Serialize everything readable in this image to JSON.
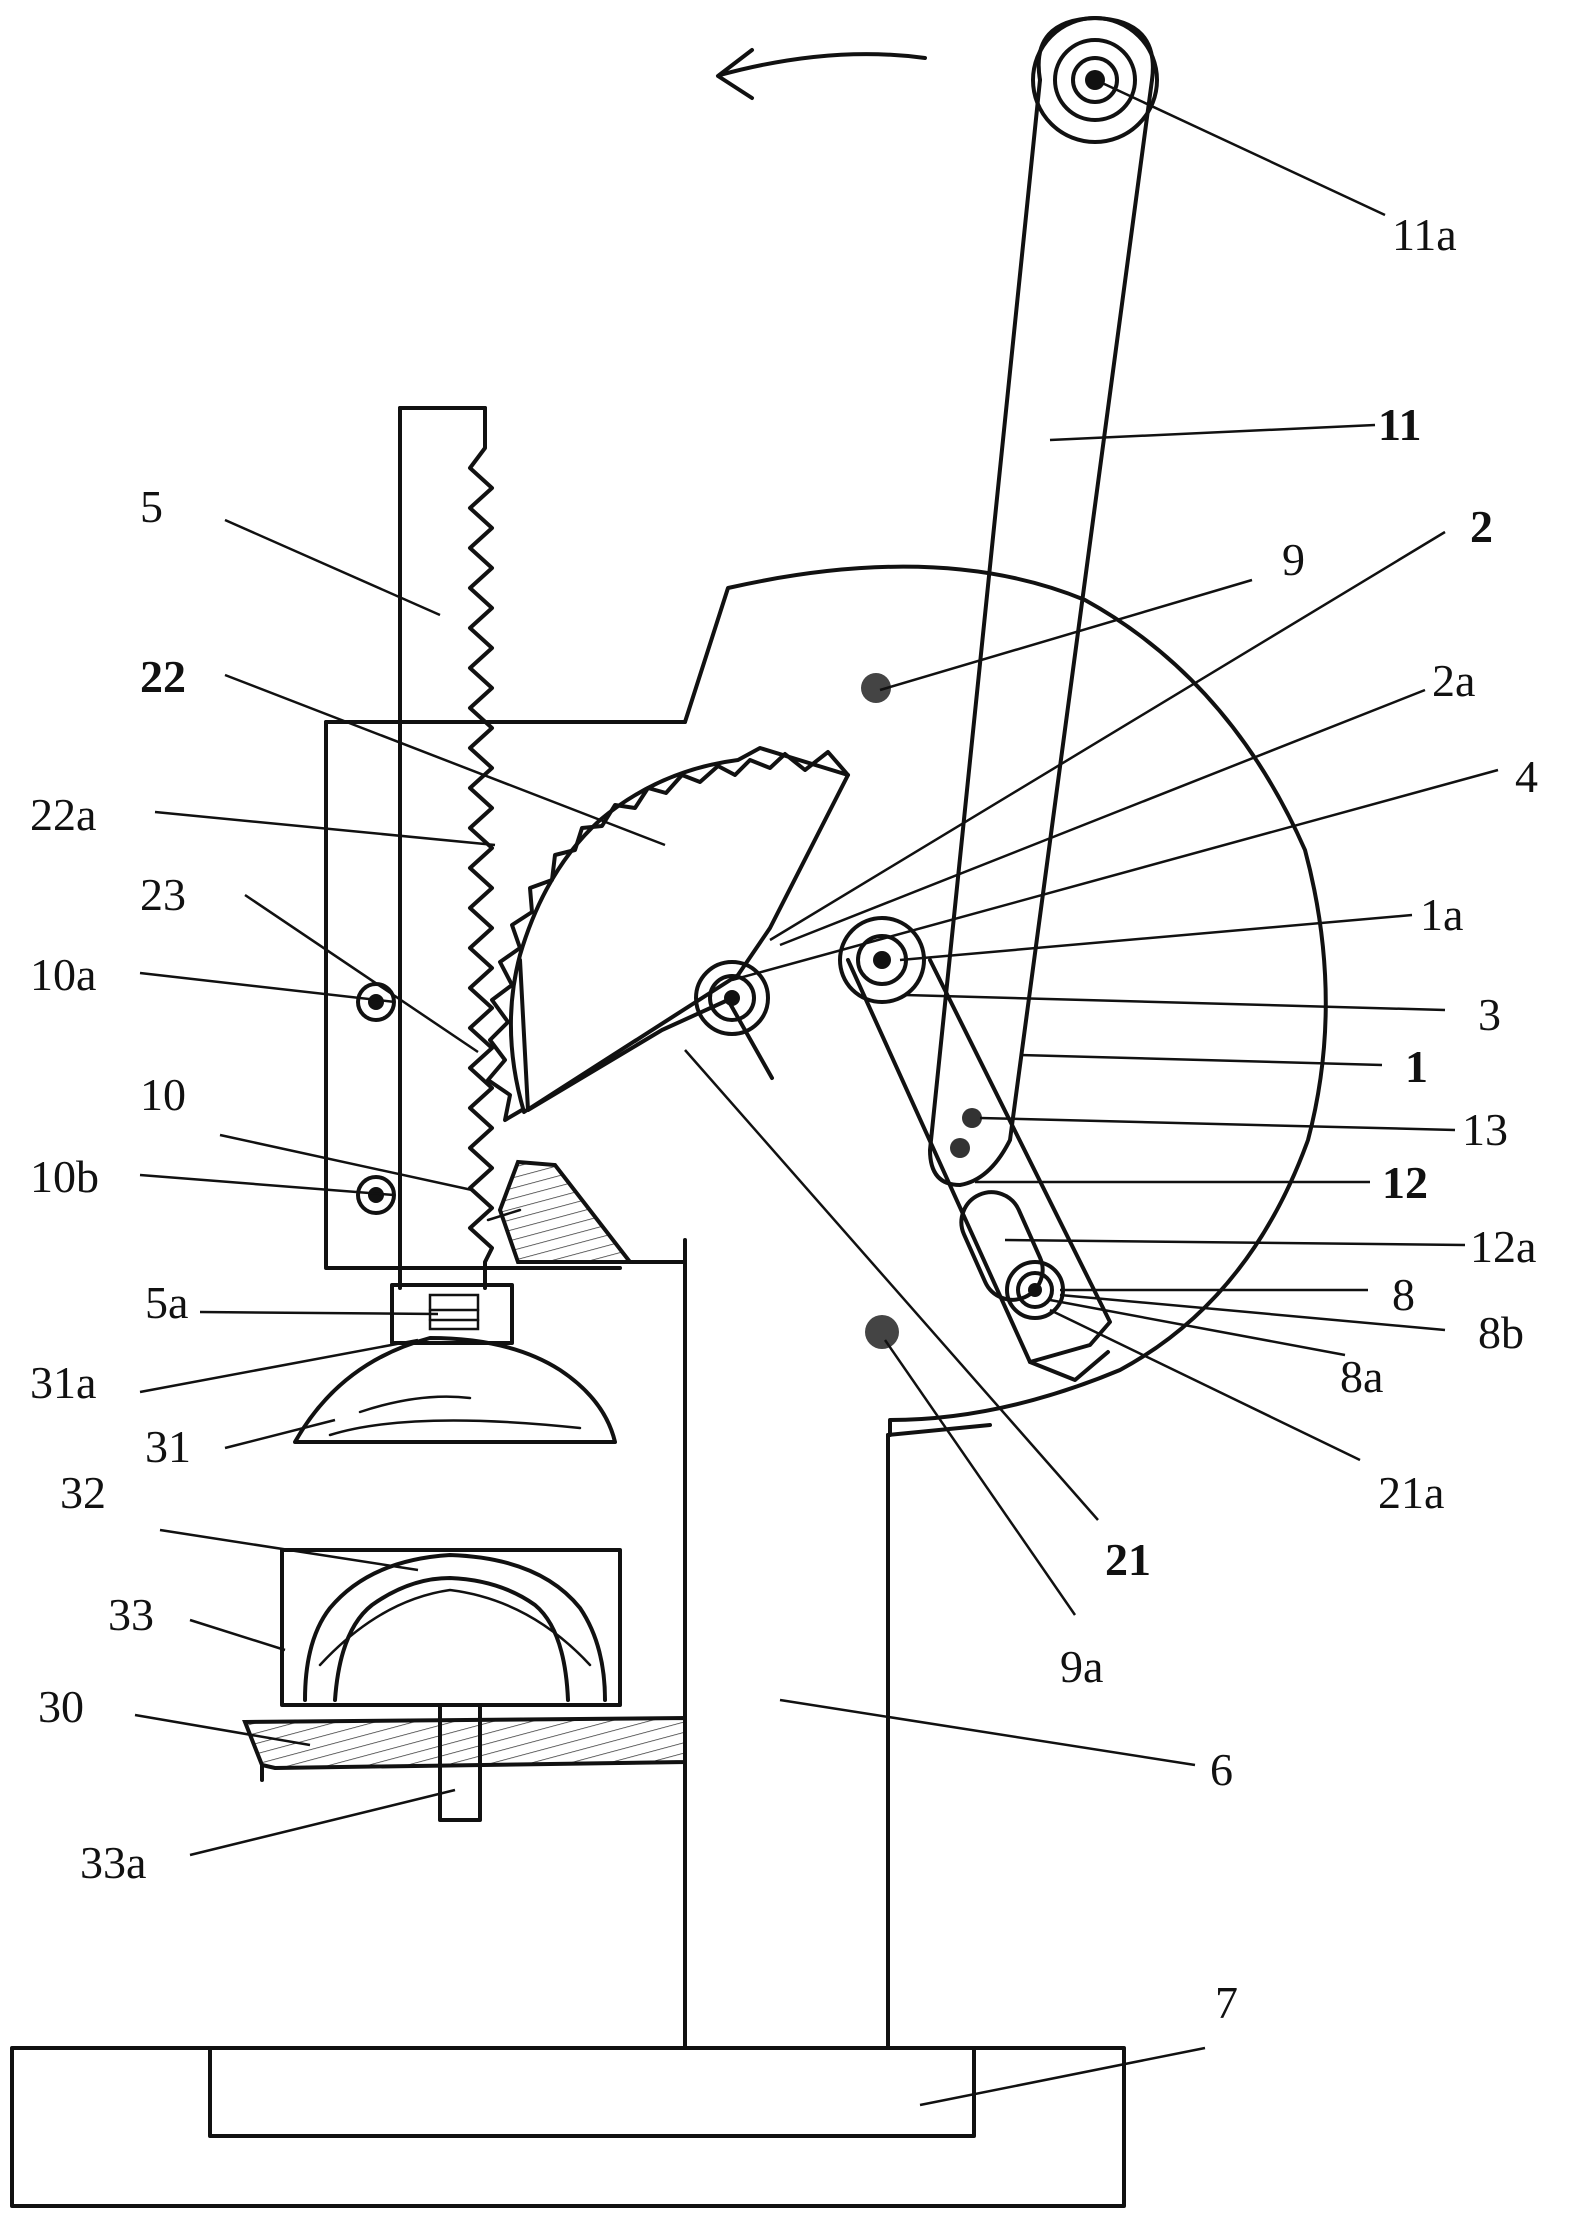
{
  "labels": {
    "l11a": "11a",
    "l11": "11",
    "l2": "2",
    "l9": "9",
    "l2a": "2a",
    "l5": "5",
    "l4": "4",
    "l22": "22",
    "l1a": "1a",
    "l22a": "22a",
    "l3": "3",
    "l23": "23",
    "l1": "1",
    "l10a": "10a",
    "l13": "13",
    "l10": "10",
    "l12": "12",
    "l10b": "10b",
    "l12a": "12a",
    "l8": "8",
    "l5a": "5a",
    "l8b": "8b",
    "l31a": "31a",
    "l8a": "8a",
    "l31": "31",
    "l21a": "21a",
    "l32": "32",
    "l21": "21",
    "l33": "33",
    "l9a": "9a",
    "l30": "30",
    "l6": "6",
    "l33a": "33a",
    "l7": "7"
  }
}
